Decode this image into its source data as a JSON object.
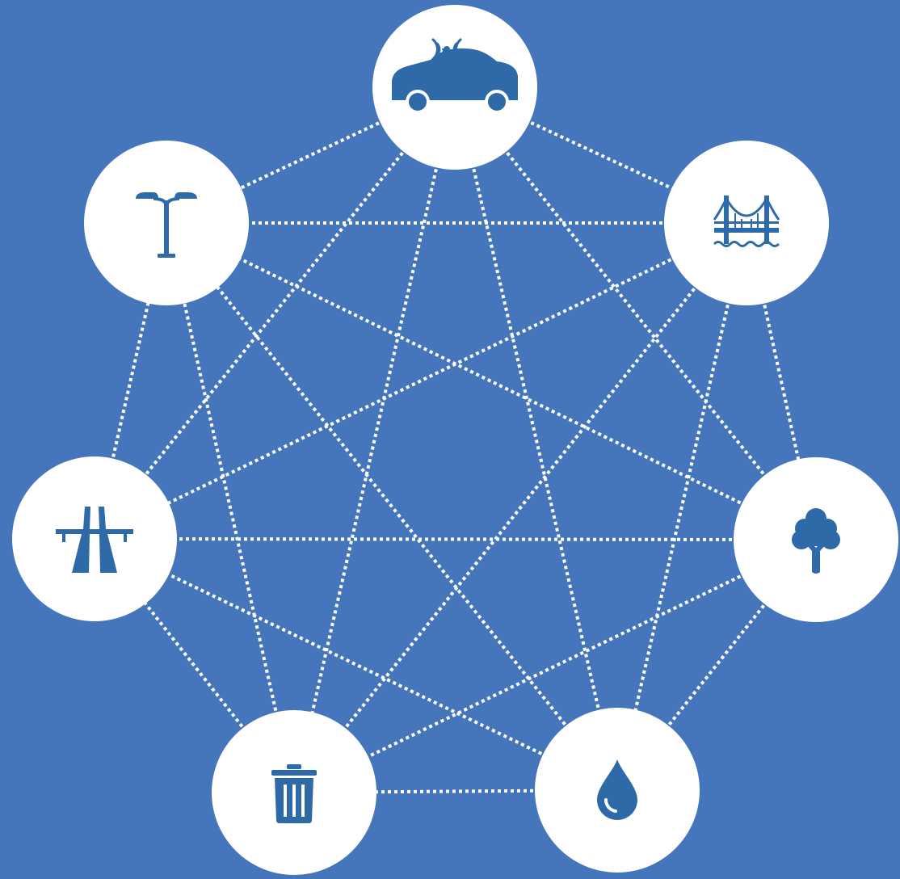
{
  "diagram": {
    "type": "fully-connected network",
    "colors": {
      "background": "#4576bc",
      "node_fill": "#ffffff",
      "icon": "#2f6aa8",
      "edge": "#ffffff"
    },
    "edge_style": "dotted",
    "nodes": [
      {
        "id": "car",
        "icon": "connected-car-icon"
      },
      {
        "id": "bridge",
        "icon": "bridge-icon"
      },
      {
        "id": "tree",
        "icon": "tree-icon"
      },
      {
        "id": "water",
        "icon": "water-drop-icon"
      },
      {
        "id": "trash",
        "icon": "trash-can-icon"
      },
      {
        "id": "highway",
        "icon": "highway-icon"
      },
      {
        "id": "streetlight",
        "icon": "street-light-icon"
      }
    ],
    "edges": [
      [
        "car",
        "bridge"
      ],
      [
        "car",
        "tree"
      ],
      [
        "car",
        "water"
      ],
      [
        "car",
        "trash"
      ],
      [
        "car",
        "highway"
      ],
      [
        "car",
        "streetlight"
      ],
      [
        "bridge",
        "tree"
      ],
      [
        "bridge",
        "water"
      ],
      [
        "bridge",
        "trash"
      ],
      [
        "bridge",
        "highway"
      ],
      [
        "bridge",
        "streetlight"
      ],
      [
        "tree",
        "water"
      ],
      [
        "tree",
        "trash"
      ],
      [
        "tree",
        "highway"
      ],
      [
        "tree",
        "streetlight"
      ],
      [
        "water",
        "trash"
      ],
      [
        "water",
        "highway"
      ],
      [
        "water",
        "streetlight"
      ],
      [
        "trash",
        "highway"
      ],
      [
        "trash",
        "streetlight"
      ],
      [
        "highway",
        "streetlight"
      ]
    ]
  }
}
